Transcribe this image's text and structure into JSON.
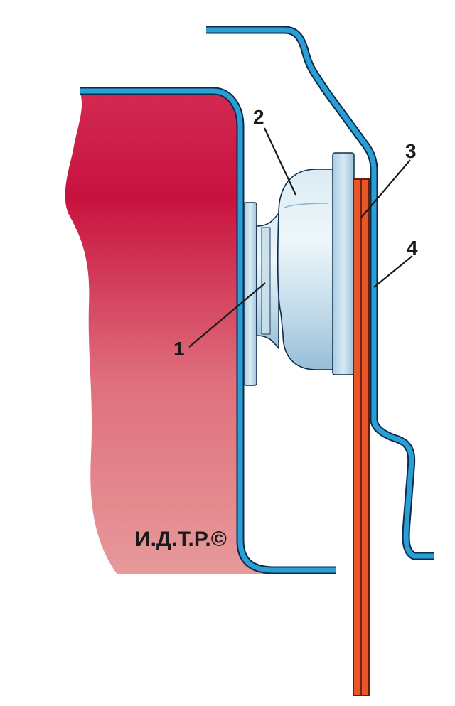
{
  "diagram": {
    "labels": [
      {
        "id": "1",
        "text": "1"
      },
      {
        "id": "2",
        "text": "2"
      },
      {
        "id": "3",
        "text": "3"
      },
      {
        "id": "4",
        "text": "4"
      }
    ],
    "copyright": "И.Д.Т.Р.©",
    "colors": {
      "body_panel_top": "#c8184a",
      "body_panel_bottom": "#e89090",
      "sheet_metal": "#2a9fd6",
      "sheet_outline": "#0d2b4a",
      "bumper_light": "#e4f1f8",
      "bumper_dark": "#9fc6dd",
      "seal_strip": "#e8562a",
      "seal_outline": "#6a1e0a"
    }
  }
}
